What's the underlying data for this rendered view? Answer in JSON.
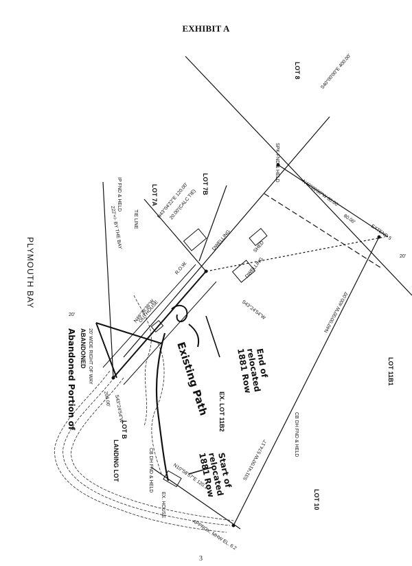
{
  "header": {
    "title": "EXHIBIT A"
  },
  "footer": {
    "page_number": "3"
  },
  "water": {
    "label": "PLYMOUTH BAY"
  },
  "lots": {
    "lot8_top": "LOT 8",
    "lot7b": "LOT 7B",
    "lot7a": "LOT 7A",
    "lot11b1": "LOT 11B1",
    "lot10": "LOT 10",
    "lot_b": "LOT B",
    "landing_lot": "LANDING LOT",
    "ex_lot_11b2": "EX. LOT 11B2"
  },
  "bearings": {
    "b1": "S40°00'00\"E 400.00'",
    "b2": "N40°00'00\"W 80.00'",
    "b3": "N43°04'22\"E 120.00'",
    "b4": "S43°24'54\"W",
    "b5": "N10°58'57\"E 120.17'",
    "b6": "S31°41'00\"W 574.17'",
    "b7": "N40°00'00\"W 400.00'",
    "b8": "20.00'(CALC TIE)",
    "b9": "80.00'",
    "b10": "222'+/- BY THE BAY",
    "b11": "N49°38'38\"W",
    "b12": "200.00'",
    "b13": "S43°24'54\"W"
  },
  "notes": {
    "spk_fnd": "SPK FND & HELD",
    "ip_fnd": "IP FND & HELD",
    "cb_dh": "CB DH FND & HELD",
    "cb_dh2": "CB DH FND & HELD",
    "extend": "EXTEND 5",
    "twenty_ft": "20'",
    "twenty_ft_2": "20'",
    "abandoned": "ABANDONED",
    "row_text": "20' WIDE RIGHT OF WAY",
    "abandoned_portion": "Abandoned Portion of",
    "dwelling": "DWELLING",
    "dwelling2": "DWELLING",
    "outhouse": "OUTHOUSE",
    "shed": "SHED",
    "approx_mhw": "APPROX. MHW EL. 6.2",
    "ex_house": "EX. HOUSE",
    "tie_line": "TIE LINE",
    "row_label": "R.O.W."
  },
  "handwritten": {
    "existing_path": "Existing Path",
    "end_line1": "End of",
    "end_line2": "relocated",
    "end_line3": "1881 Row",
    "start_line1": "Start of",
    "start_line2": "relocated",
    "start_line3": "1881 Row"
  }
}
